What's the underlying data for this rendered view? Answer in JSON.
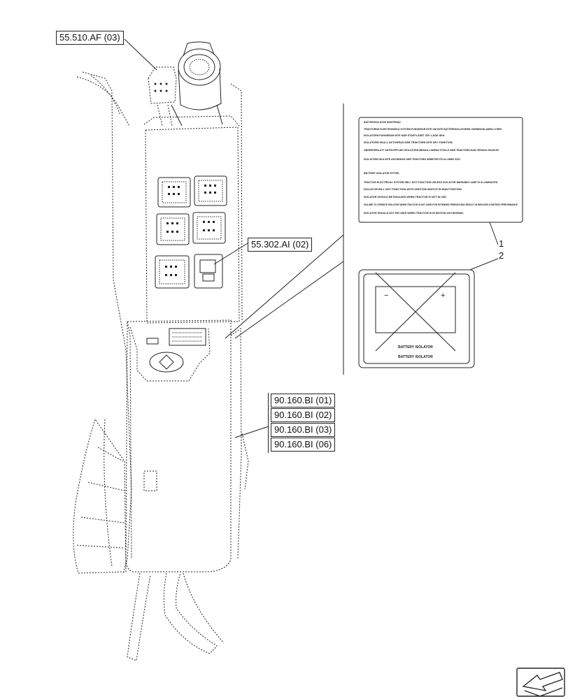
{
  "references": {
    "top": "55.510.AF (03)",
    "mid": "55.302.AI (02)",
    "group": [
      "90.160.BI (01)",
      "90.160.BI (02)",
      "90.160.BI (03)",
      "90.160.BI (06)"
    ]
  },
  "callouts": {
    "item1": "1",
    "item2": "2"
  },
  "decal1": {
    "lines": [
      "BATTERIISOLATOR MONTERAD",
      "TRAKTORNS ELEKTRONISKA SYSTEM FUNGERAR INTE OM INTE BATTERIISOLATORNS VARNINGSLAMPA LYSER.",
      "ISOLATORN FUNGERAR INTE NÄR STARTLÅSET ÄR I LÄGE ÄKK.",
      "ISOLATORN SKALL AKTIVERAS NÄR TRAKTORN INTE ÄR I FUNKTION.",
      "OBSERVERA ATT ANTIKOPPLING ISOLATORN MEDAN LAMPAN STÄLLS NÄR TRAKTORN KAN ORSAKA SKADOR.",
      "ISOLATORN SKA INTE ANVÄNDAS NÄR TRAKTORN ARBETAR PÅ ALLMÄN VÄG.",
      "BATTERY ISOLATOR FITTED",
      "TRACTOR ELECTRICAL SYSTEM WILL NOT FUNCTION UNLESS ISOLATOR WARNING LAMP IS ILLUMINATED",
      "ISOLATOR WILL NOT FUNCTION WITH IGNITION SWITCH IN RUN POSITION.",
      "ISOLATOR SHOULD BE ENGAGED WHEN TRACTOR IS NOT IN USE.",
      "FAILURE TO OPERATE ISOLATOR WHEN TRACTOR IS NOT USED FOR EXTENDED PERIODS MAY RESULT IN REDUCED STARTING PERFORMANCE",
      "ISOLATOR SHOULD NOT BE USED WHEN TRACTOR IS IN MOTION ON HIGHWAY."
    ]
  },
  "decal2": {
    "minus": "−",
    "plus": "+",
    "line1": "BATTERY ISOLATOR",
    "line2": "BATTERY ISOLATOR"
  },
  "icons": {
    "nav": "arrow-back-icon"
  }
}
